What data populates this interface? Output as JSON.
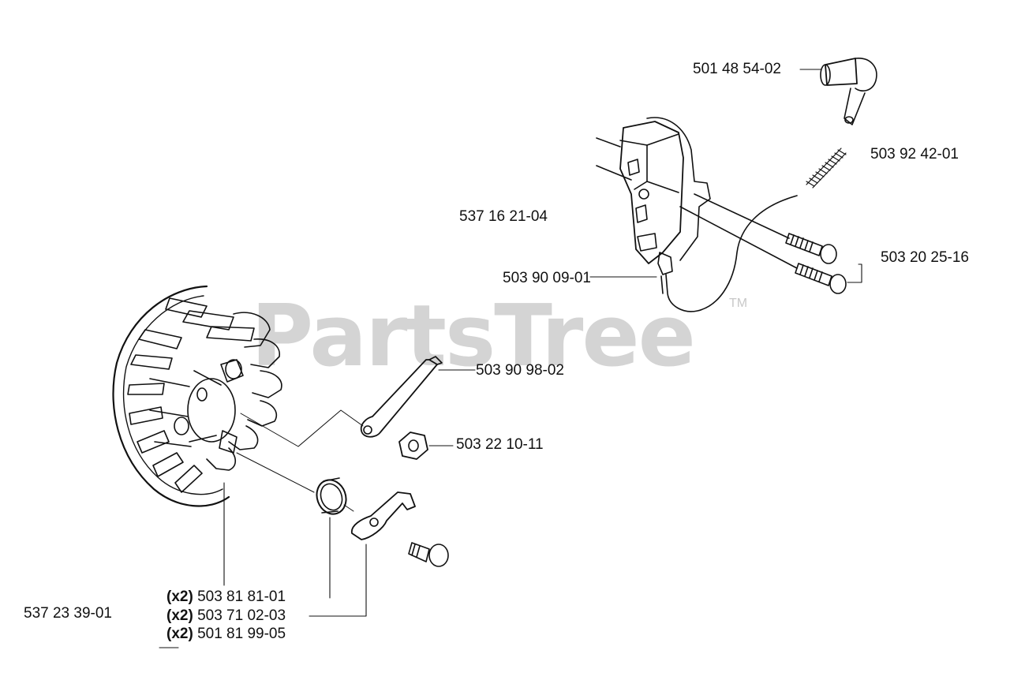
{
  "watermark": {
    "text": "PartsTree",
    "tm": "TM"
  },
  "labels": {
    "p_501_48_54_02": "501 48 54-02",
    "p_503_92_42_01": "503 92 42-01",
    "p_537_16_21_04": "537 16 21-04",
    "p_503_20_25_16": "503 20 25-16",
    "p_503_90_09_01": "503 90 09-01",
    "p_503_90_98_02": "503 90 98-02",
    "p_503_22_10_11": "503 22 10-11",
    "p_537_23_39_01": "537 23 39-01",
    "p_503_81_81_01": "503 81 81-01",
    "p_503_71_02_03": "503 71 02-03",
    "p_501_81_99_05": "501 81 99-05"
  },
  "quantities": {
    "q_503_81_81_01": "(x2)",
    "q_503_71_02_03": "(x2)",
    "q_501_81_99_05": "(x2)"
  },
  "colors": {
    "ink": "#111111",
    "watermark": "#d4d4d4"
  }
}
